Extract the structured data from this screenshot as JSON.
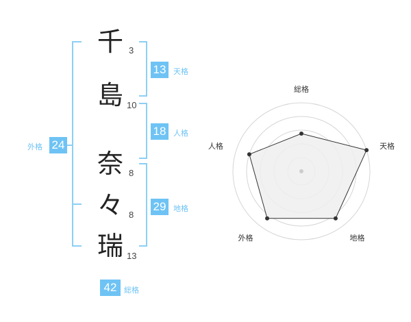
{
  "name_chars": [
    {
      "char": "千",
      "strokes": "3"
    },
    {
      "char": "島",
      "strokes": "10"
    },
    {
      "char": "奈",
      "strokes": "8"
    },
    {
      "char": "々",
      "strokes": "8"
    },
    {
      "char": "瑞",
      "strokes": "13"
    }
  ],
  "fortune": {
    "tenkaku": {
      "value": "13",
      "label": "天格"
    },
    "jinkaku": {
      "value": "18",
      "label": "人格"
    },
    "chikaku": {
      "value": "29",
      "label": "地格"
    },
    "gaikaku": {
      "value": "24",
      "label": "外格"
    },
    "soukaku": {
      "value": "42",
      "label": "総格"
    }
  },
  "radar": {
    "axes": [
      "総格",
      "天格",
      "地格",
      "外格",
      "人格"
    ],
    "values": [
      0.55,
      1.0,
      0.85,
      0.85,
      0.8
    ],
    "colors": {
      "fill": "#eeeeee",
      "line": "#333333",
      "grid": "#d5d5d5",
      "accent": "#6ec3f4"
    }
  }
}
